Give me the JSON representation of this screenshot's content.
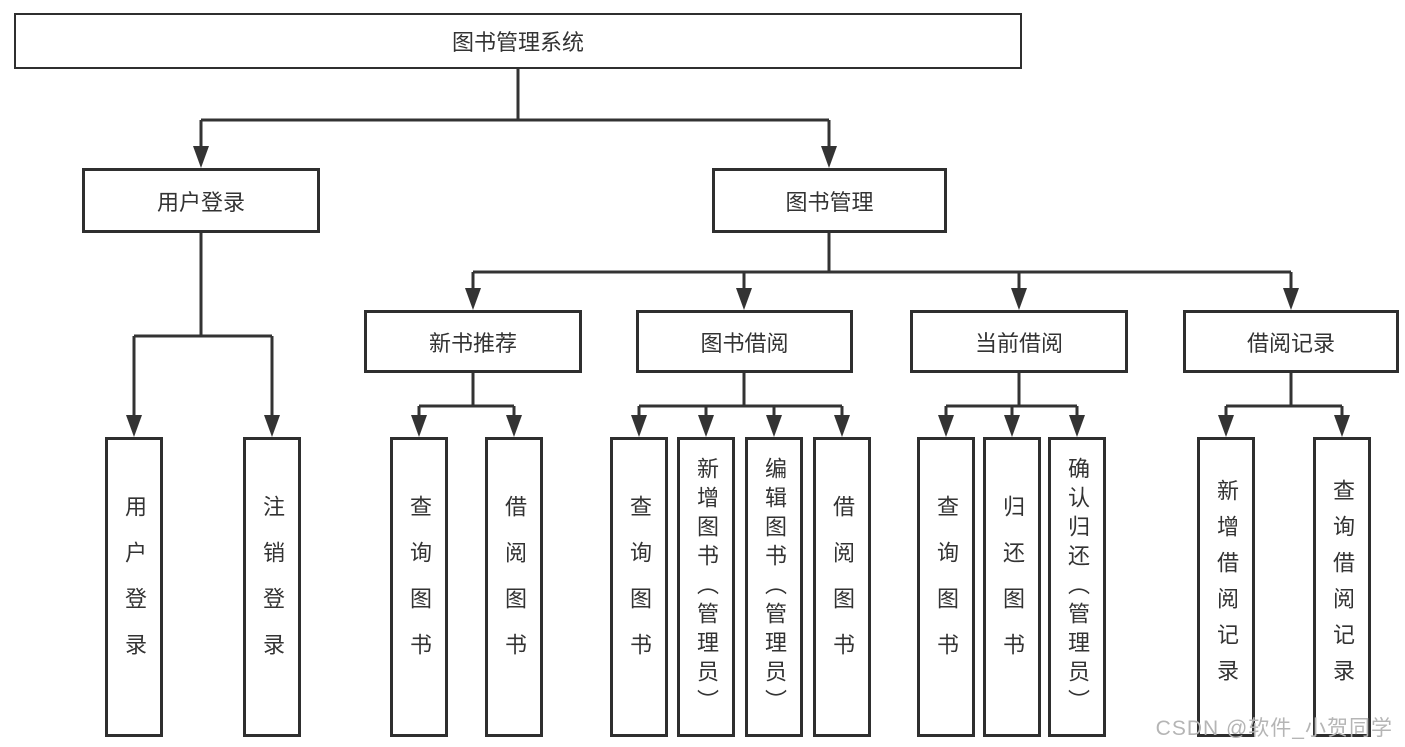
{
  "diagram": {
    "root_label": "图书管理系统",
    "branches": [
      {
        "label": "用户登录",
        "children": [
          "用户登录",
          "注销登录"
        ]
      },
      {
        "label": "图书管理",
        "children": [
          {
            "label": "新书推荐",
            "children": [
              "查询图书",
              "借阅图书"
            ]
          },
          {
            "label": "图书借阅",
            "children": [
              "查询图书",
              "新增图书（管理员）",
              "编辑图书（管理员）",
              "借阅图书"
            ]
          },
          {
            "label": "当前借阅",
            "children": [
              "查询图书",
              "归还图书",
              "确认归还（管理员）"
            ]
          },
          {
            "label": "借阅记录",
            "children": [
              "新增借阅记录",
              "查询借阅记录"
            ]
          }
        ]
      }
    ],
    "watermark": "CSDN @软件_小贺同学",
    "colors": {
      "line": "#333333",
      "box_border": "#2f2f2f",
      "text": "#333333",
      "watermark": "#b5b5b5",
      "background": "#ffffff"
    }
  }
}
